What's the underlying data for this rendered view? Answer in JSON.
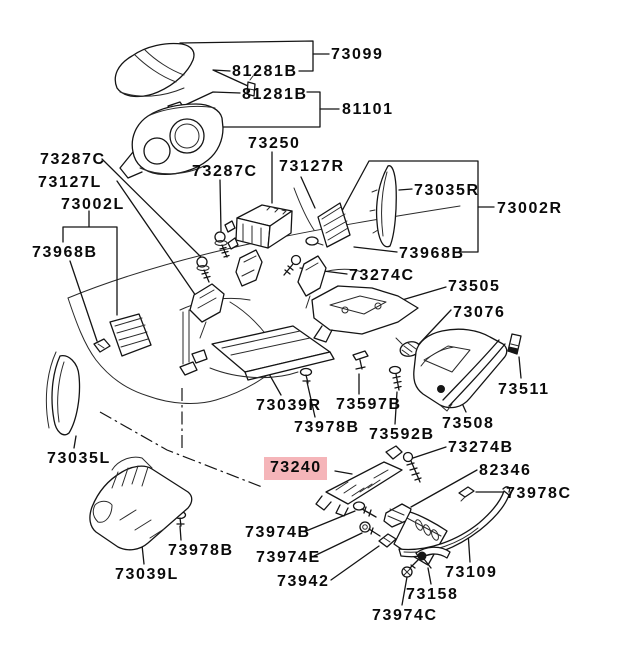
{
  "diagram": {
    "kind": "exploded-parts-diagram",
    "background_color": "#ffffff",
    "line_color": "#141414",
    "highlight": {
      "part_number": "73240",
      "color": "#f5b5b9"
    },
    "labels": [
      {
        "id": "73099",
        "text": "73099"
      },
      {
        "id": "81281B-1",
        "text": "81281B"
      },
      {
        "id": "81281B-2",
        "text": "81281B"
      },
      {
        "id": "81101",
        "text": "81101"
      },
      {
        "id": "73250",
        "text": "73250"
      },
      {
        "id": "73287C-left",
        "text": "73287C"
      },
      {
        "id": "73127R",
        "text": "73127R"
      },
      {
        "id": "73287C-mid",
        "text": "73287C"
      },
      {
        "id": "73127L",
        "text": "73127L"
      },
      {
        "id": "73035R",
        "text": "73035R"
      },
      {
        "id": "73002L",
        "text": "73002L"
      },
      {
        "id": "73002R",
        "text": "73002R"
      },
      {
        "id": "73968B-left",
        "text": "73968B"
      },
      {
        "id": "73968B-right",
        "text": "73968B"
      },
      {
        "id": "73274C",
        "text": "73274C"
      },
      {
        "id": "73505",
        "text": "73505"
      },
      {
        "id": "73076",
        "text": "73076"
      },
      {
        "id": "73511",
        "text": "73511"
      },
      {
        "id": "73597B",
        "text": "73597B"
      },
      {
        "id": "73039R",
        "text": "73039R"
      },
      {
        "id": "73508",
        "text": "73508"
      },
      {
        "id": "73978B-mid",
        "text": "73978B"
      },
      {
        "id": "73592B",
        "text": "73592B"
      },
      {
        "id": "73274B",
        "text": "73274B"
      },
      {
        "id": "73035L",
        "text": "73035L"
      },
      {
        "id": "73240",
        "text": "73240"
      },
      {
        "id": "82346",
        "text": "82346"
      },
      {
        "id": "73978C",
        "text": "73978C"
      },
      {
        "id": "73974B",
        "text": "73974B"
      },
      {
        "id": "73978B-bottom",
        "text": "73978B"
      },
      {
        "id": "73974E",
        "text": "73974E"
      },
      {
        "id": "73109",
        "text": "73109"
      },
      {
        "id": "73039L",
        "text": "73039L"
      },
      {
        "id": "73942",
        "text": "73942"
      },
      {
        "id": "73158",
        "text": "73158"
      },
      {
        "id": "73974C",
        "text": "73974C"
      }
    ]
  }
}
